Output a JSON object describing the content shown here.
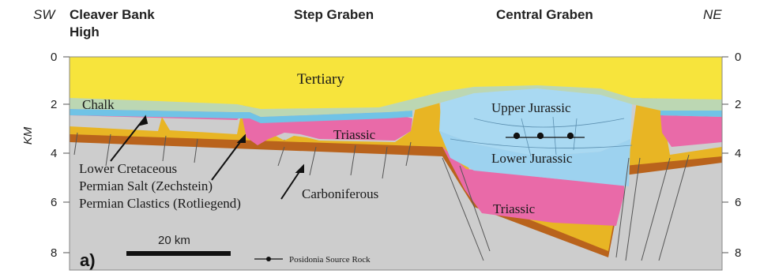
{
  "header": {
    "sw": "SW",
    "cleaver_line1": "Cleaver Bank",
    "cleaver_line2": "High",
    "step_graben": "Step Graben",
    "central_graben": "Central Graben",
    "ne": "NE"
  },
  "axis": {
    "label": "KM",
    "ticks": [
      "0",
      "2",
      "4",
      "6",
      "8"
    ]
  },
  "units": {
    "tertiary": "Tertiary",
    "chalk": "Chalk",
    "triassic_step": "Triassic",
    "upper_jurassic": "Upper Jurassic",
    "lower_jurassic": "Lower Jurassic",
    "triassic_central": "Triassic",
    "carboniferous": "Carboniferous"
  },
  "callouts": {
    "lower_cretaceous": "Lower Cretaceous",
    "permian_salt": "Permian Salt (Zechstein)",
    "permian_clastics": "Permian Clastics (Rotliegend)"
  },
  "scale_bar": {
    "label": "20 km"
  },
  "panel_label": "a)",
  "legend": {
    "source_rock": "Posidonia Source Rock"
  },
  "colors": {
    "tertiary": "#f7e43c",
    "chalk": "#bcd7b3",
    "lower_cretaceous": "#70c3e6",
    "triassic": "#e96aa8",
    "jurassic": "#9dd2ef",
    "salt": "#e8b524",
    "rotliegend": "#b9631c",
    "carboniferous": "#cdcdcd"
  }
}
